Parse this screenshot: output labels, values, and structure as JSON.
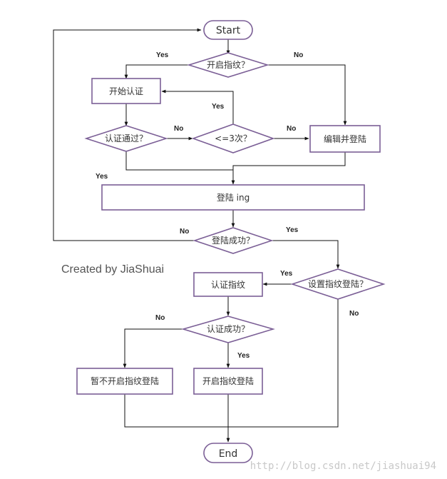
{
  "nodes": {
    "start": "Start",
    "fingerprint_enabled": "开启指纹？",
    "begin_auth": "开始认证",
    "auth_passed": "认证通过？",
    "attempts_check": "<=3次？",
    "edit_login": "编辑并登陆",
    "logging_in": "登陆 ing",
    "login_success": "登陆成功？",
    "set_fp_login": "设置指纹登陆？",
    "auth_fingerprint": "认证指纹",
    "auth_success": "认证成功？",
    "disable_fp_login": "暂不开启指纹登陆",
    "enable_fp_login": "开启指纹登陆",
    "end": "End"
  },
  "edge_labels": {
    "fingerprint_yes": "Yes",
    "fingerprint_no": "No",
    "attempts_yes": "Yes",
    "auth_no": "No",
    "attempts_no": "No",
    "auth_yes": "Yes",
    "login_no": "No",
    "login_yes": "Yes",
    "set_fp_yes": "Yes",
    "set_fp_no": "No",
    "auth_success_no": "No",
    "auth_success_yes": "Yes"
  },
  "credit": "Created by JiaShuai",
  "watermark": "http://blog.csdn.net/jiashuai94",
  "colors": {
    "shape_border": "#7b5f96",
    "edge": "#111111",
    "text": "#333333"
  }
}
